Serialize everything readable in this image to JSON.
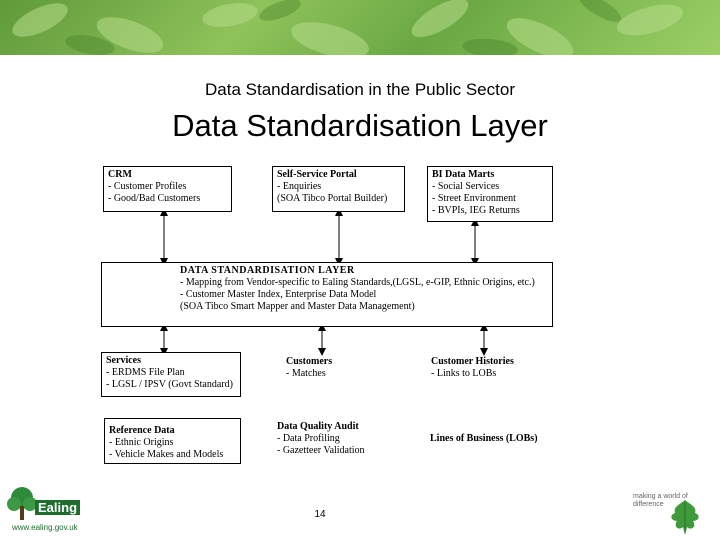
{
  "header": {
    "subtitle": "Data Standardisation in the Public Sector",
    "title": "Data Standardisation Layer"
  },
  "boxes": {
    "crm": {
      "heading": "CRM",
      "lines": [
        "- Customer Profiles",
        "- Good/Bad Customers"
      ]
    },
    "portal": {
      "heading": "Self-Service Portal",
      "lines": [
        "- Enquiries",
        "(SOA Tibco Portal Builder)"
      ]
    },
    "bi": {
      "heading": "BI Data Marts",
      "lines": [
        "- Social Services",
        "- Street Environment",
        "- BVPIs, IEG Returns"
      ]
    },
    "layer": {
      "heading": "DATA STANDARDISATION LAYER",
      "lines": [
        "- Mapping from Vendor-specific to Ealing Standards,(LGSL, e-GIP, Ethnic Origins, etc.)",
        "- Customer Master Index, Enterprise Data Model",
        "(SOA Tibco Smart Mapper and Master Data Management)"
      ]
    },
    "services": {
      "heading": "Services",
      "lines": [
        "- ERDMS File Plan",
        "- LGSL / IPSV (Govt Standard)"
      ]
    },
    "customers": {
      "heading": "Customers",
      "lines": [
        "- Matches"
      ]
    },
    "histories": {
      "heading": "Customer Histories",
      "lines": [
        "- Links to LOBs"
      ]
    },
    "reference": {
      "heading": "Reference Data",
      "lines": [
        "- Ethnic Origins",
        "- Vehicle Makes and Models"
      ]
    },
    "quality": {
      "heading": "Data Quality Audit",
      "lines": [
        "- Data Profiling",
        "- Gazetteer Validation"
      ]
    },
    "lob": {
      "heading": "Lines of Business (LOBs)"
    }
  },
  "footer": {
    "page_number": "14",
    "ealing_name": "Ealing",
    "ealing_url": "www.ealing.gov.uk",
    "tagline": "making a world of difference"
  }
}
